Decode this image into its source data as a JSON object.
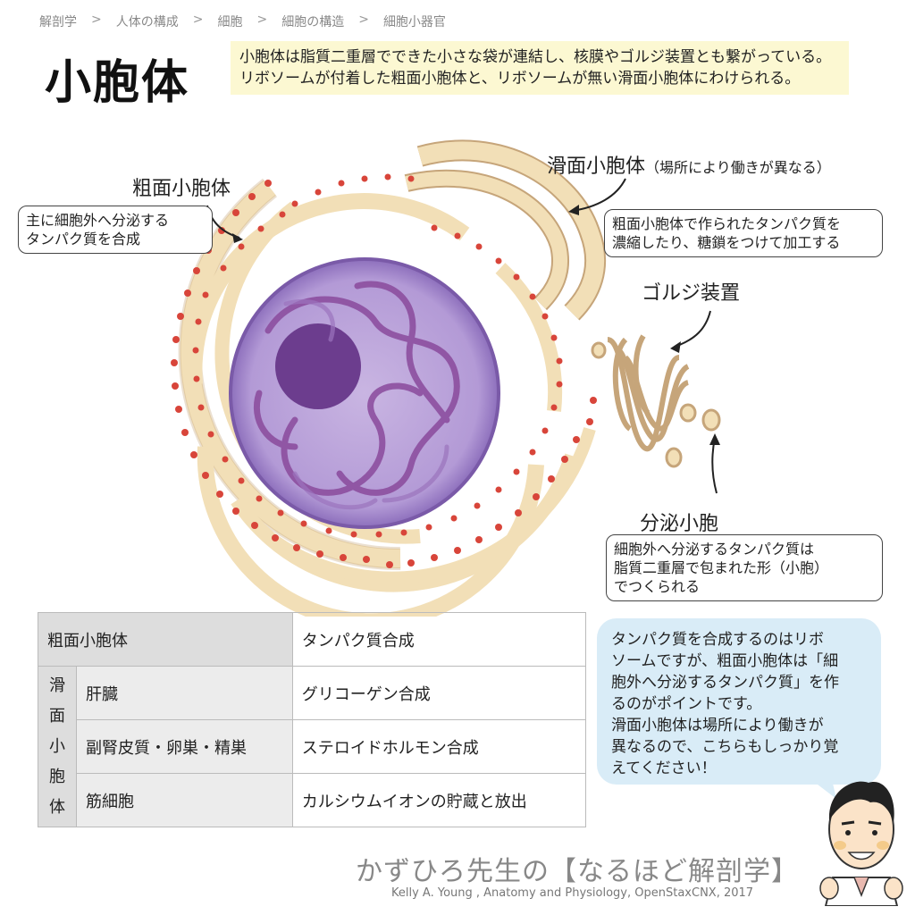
{
  "breadcrumb": [
    "解剖学",
    "人体の構成",
    "細胞",
    "細胞の構造",
    "細胞小器官"
  ],
  "breadcrumb_separator": ">",
  "title": "小胞体",
  "intro": "小胞体は脂質二重層でできた小さな袋が連結し、核膜やゴルジ装置とも繋がっている。リボソームが付着した粗面小胞体と、リボソームが無い滑面小胞体にわけられる。",
  "diagram": {
    "rough_er": {
      "label": "粗面小胞体",
      "note_line1": "主に細胞外へ分泌する",
      "note_line2": "タンパク質を合成"
    },
    "smooth_er": {
      "label": "滑面小胞体",
      "sublabel": "（場所により働きが異なる）"
    },
    "golgi": {
      "note_line1": "粗面小胞体で作られたタンパク質を",
      "note_line2": "濃縮したり、糖鎖をつけて加工する",
      "label": "ゴルジ装置"
    },
    "vesicle": {
      "label": "分泌小胞",
      "note_line1": "細胞外へ分泌するタンパク質は",
      "note_line2": "脂質二重層で包まれた形（小胞）",
      "note_line3": "でつくられる"
    },
    "colors": {
      "er_fill": "#f2dfb7",
      "er_stroke": "#c6a57a",
      "ribosome": "#d8453a",
      "nucleus": "#b9a2d6",
      "nucleolus": "#6c3d8e",
      "chromatin": "#8a4a9c"
    }
  },
  "table": {
    "rows": [
      {
        "name": "粗面小胞体",
        "function": "タンパク質合成"
      },
      {
        "group": "滑面小胞体",
        "name": "肝臓",
        "function": "グリコーゲン合成"
      },
      {
        "name": "副腎皮質・卵巣・精巣",
        "function": "ステロイドホルモン合成"
      },
      {
        "name": "筋細胞",
        "function": "カルシウムイオンの貯蔵と放出"
      }
    ],
    "group_chars": [
      "滑",
      "面",
      "小",
      "胞",
      "体"
    ]
  },
  "tip": {
    "line1": "タンパク質を合成するのはリボ",
    "line2": "ソームですが、粗面小胞体は「細",
    "line3": "胞外へ分泌するタンパク質」を作",
    "line4": "るのがポイントです。",
    "line5": "滑面小胞体は場所により働きが",
    "line6": "異なるので、こちらもしっかり覚",
    "line7": "えてください！"
  },
  "footer": {
    "brand": "かずひろ先生の【なるほど解剖学】",
    "credit": "Kelly A. Young , Anatomy and Physiology, OpenStaxCNX, 2017"
  }
}
